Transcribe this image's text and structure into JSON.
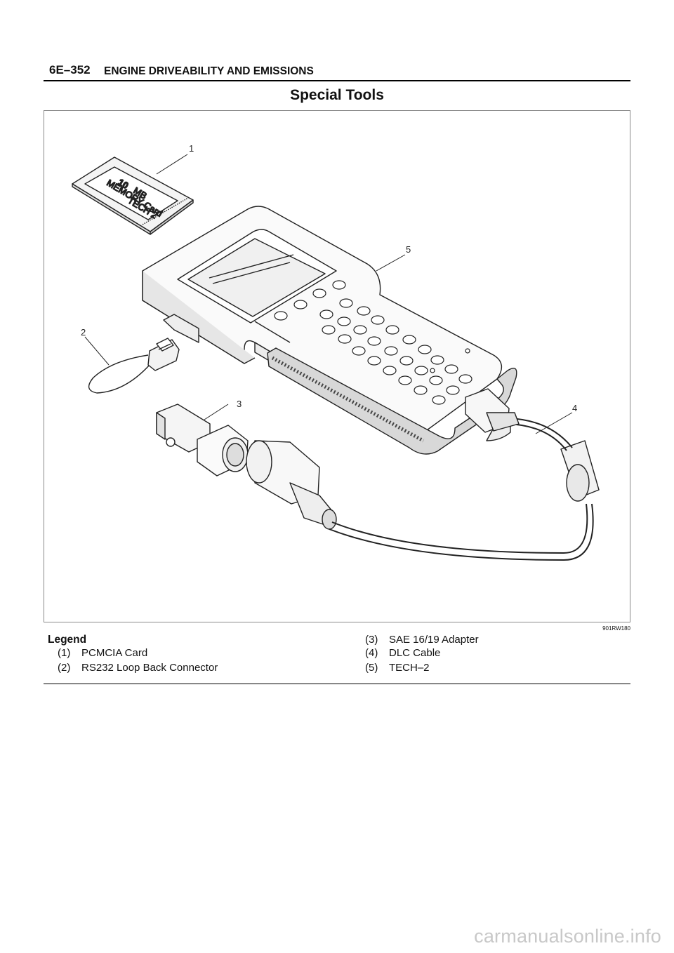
{
  "header": {
    "page_number": "6E–352",
    "section_title": "ENGINE DRIVEABILITY AND EMISSIONS"
  },
  "title": "Special Tools",
  "figure": {
    "code": "901RW180",
    "callouts": [
      "1",
      "2",
      "3",
      "4",
      "5"
    ],
    "card_text": {
      "line1": "MEMORY Card",
      "line2": "10",
      "line3": "MB",
      "line4": "TECH 2"
    }
  },
  "legend": {
    "title": "Legend",
    "items": [
      {
        "num": "(1)",
        "label": "PCMCIA Card"
      },
      {
        "num": "(2)",
        "label": "RS232 Loop Back Connector"
      },
      {
        "num": "(3)",
        "label": "SAE 16/19 Adapter"
      },
      {
        "num": "(4)",
        "label": "DLC Cable"
      },
      {
        "num": "(5)",
        "label": "TECH–2"
      }
    ]
  },
  "watermark": "carmanualsonline.info"
}
